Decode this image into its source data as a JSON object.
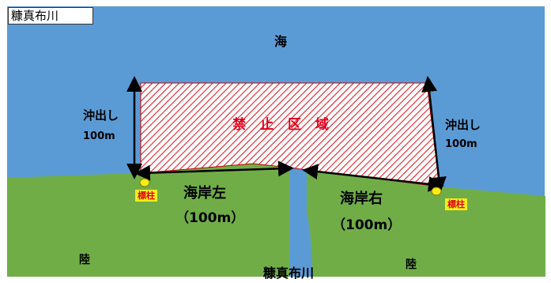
{
  "title": "糠真布川",
  "sea_label": "海",
  "prohibited_zone_label": "禁 止 区 域",
  "offshore_left": {
    "line1": "沖出し",
    "line2": "100m"
  },
  "offshore_right": {
    "line1": "沖出し",
    "line2": "100m"
  },
  "shore_left": {
    "line1": "海岸左",
    "line2": "（100m）"
  },
  "shore_right": {
    "line1": "海岸右",
    "line2": "（100m）"
  },
  "marker_left": "標柱",
  "marker_right": "標柱",
  "land_left": "陸",
  "land_right": "陸",
  "river_label": "糠真布川",
  "colors": {
    "sea": "#5b9bd5",
    "land": "#70ad47",
    "river": "#5b9bd5",
    "hatch": "#e0202a",
    "marker": "#f5ee1a",
    "label_red": "#e0001a"
  }
}
